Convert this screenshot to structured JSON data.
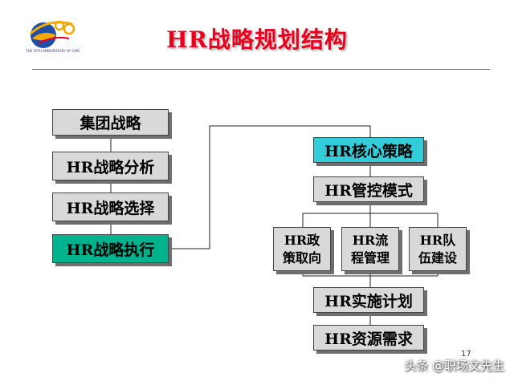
{
  "title": "HR战略规划结构",
  "logo_caption": "THE 50TH ANNIVERSARY OF CIMC",
  "left_column": [
    {
      "id": "group",
      "label": "集团战略"
    },
    {
      "id": "analysis",
      "label": "HR战略分析"
    },
    {
      "id": "selection",
      "label": "HR战略选择"
    },
    {
      "id": "execution",
      "label": "HR战略执行"
    }
  ],
  "right_column": {
    "core": "HR核心策略",
    "control": "HR管控模式",
    "branches": [
      {
        "id": "policy",
        "line1": "HR政",
        "line2": "策取向"
      },
      {
        "id": "process",
        "line1": "HR流",
        "line2": "程管理"
      },
      {
        "id": "team",
        "line1": "HR队",
        "line2": "伍建设"
      }
    ],
    "plan": "HR实施计划",
    "demand": "HR资源需求"
  },
  "page_number": "17",
  "watermark": "头条 @职场文先生",
  "colors": {
    "title": "#e8001c",
    "box_fill": "#d9d9d9",
    "highlight_green": "#00b38f",
    "highlight_cyan": "#33ccd9"
  }
}
